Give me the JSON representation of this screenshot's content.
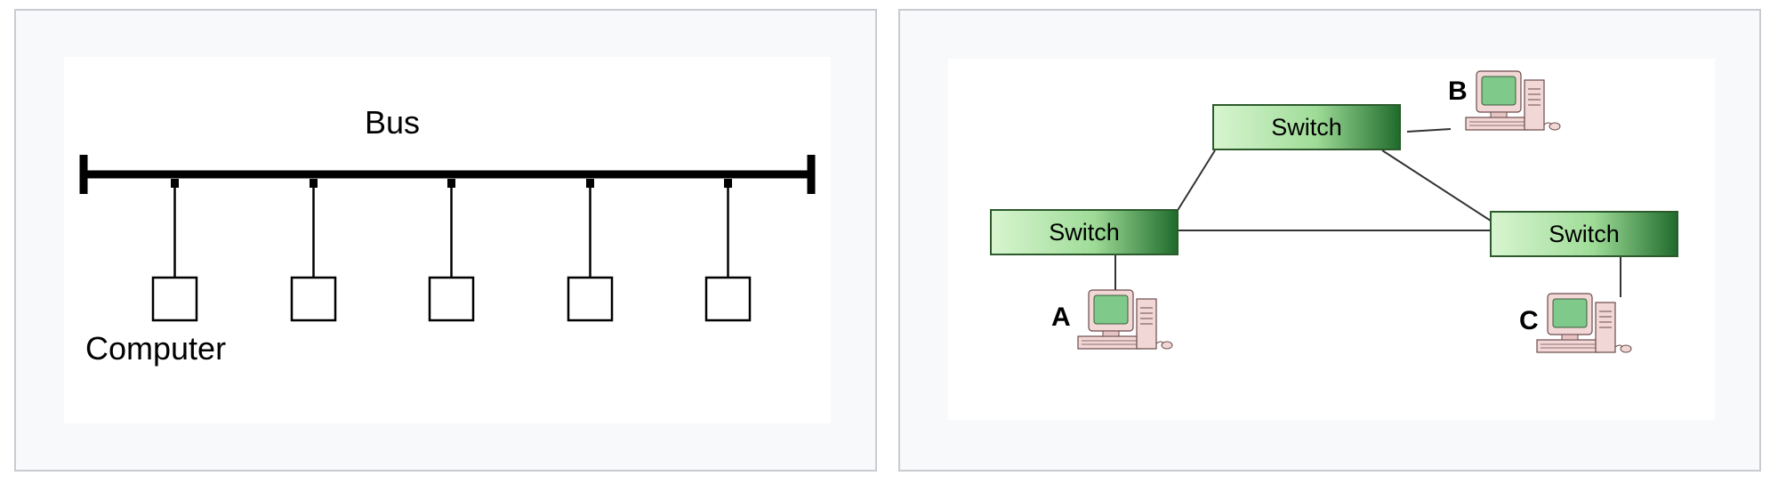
{
  "bus_diagram": {
    "bus_label": "Bus",
    "computer_label": "Computer",
    "computer_count": 5
  },
  "switch_diagram": {
    "switches": [
      {
        "label": "Switch"
      },
      {
        "label": "Switch"
      },
      {
        "label": "Switch"
      }
    ],
    "computers": [
      {
        "label": "A"
      },
      {
        "label": "B"
      },
      {
        "label": "C"
      }
    ]
  },
  "colors": {
    "switch_light": "#d8f5d0",
    "switch_dark": "#1f6b2c",
    "computer_body": "#f2d7d7",
    "computer_screen": "#7fc98a"
  }
}
